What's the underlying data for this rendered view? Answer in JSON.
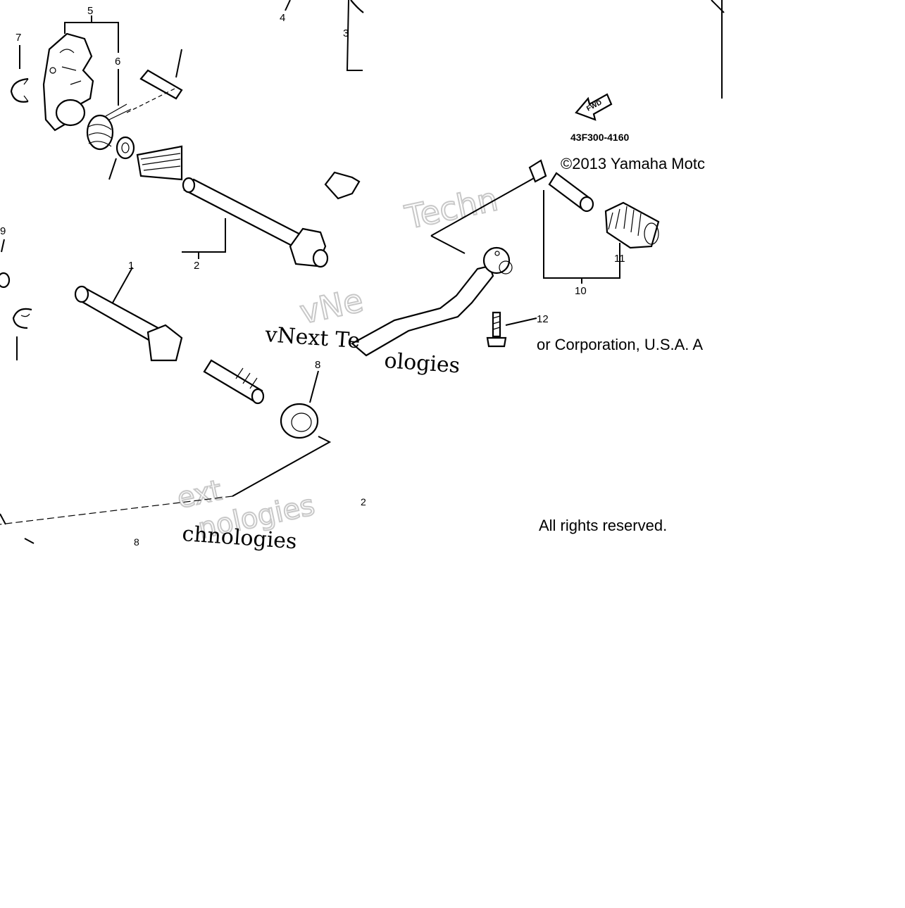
{
  "diagram": {
    "callouts": [
      "1",
      "2",
      "2",
      "3",
      "4",
      "5",
      "6",
      "7",
      "8",
      "8",
      "9",
      "10",
      "11",
      "12"
    ],
    "drawing_code": "43F300-4160",
    "direction_tag": "FWD",
    "copyright_line_1": "©2013 Yamaha Motc",
    "copyright_line_2": "or Corporation, U.S.A. A",
    "copyright_line_3": "All rights reserved.",
    "watermark": {
      "line_serif": "vNext Te",
      "line_serif_2": "ologies",
      "outline_1": "Techn",
      "outline_2": "vNe",
      "outline_3": "ext",
      "outline_4": "nologies",
      "outline_5": "chnologies"
    }
  }
}
